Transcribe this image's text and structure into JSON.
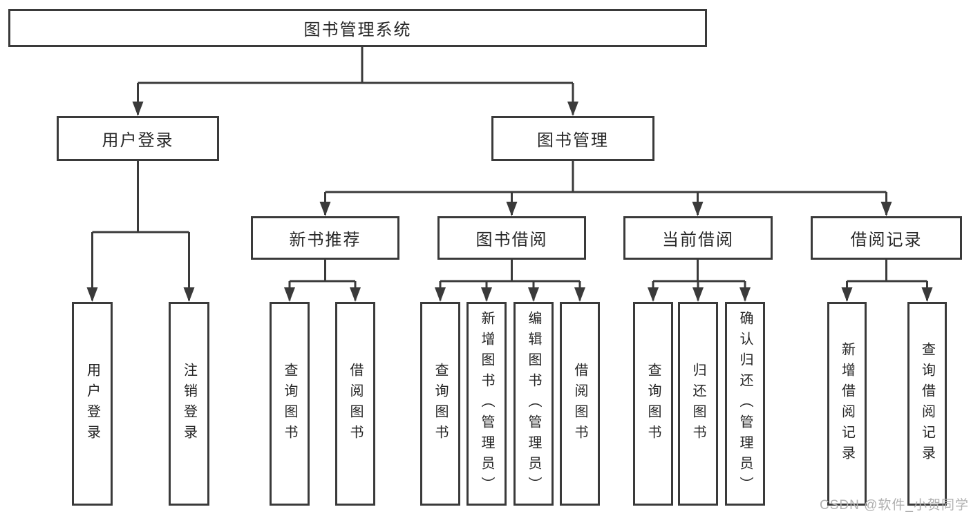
{
  "tree": {
    "label": "图书管理系统",
    "children": [
      {
        "label": "用户登录",
        "children": [
          {
            "label": "用户登录"
          },
          {
            "label": "注销登录"
          }
        ]
      },
      {
        "label": "图书管理",
        "children": [
          {
            "label": "新书推荐",
            "children": [
              {
                "label": "查询图书"
              },
              {
                "label": "借阅图书"
              }
            ]
          },
          {
            "label": "图书借阅",
            "children": [
              {
                "label": "查询图书"
              },
              {
                "label": "新增图书（管理员）"
              },
              {
                "label": "编辑图书（管理员）"
              },
              {
                "label": "借阅图书"
              }
            ]
          },
          {
            "label": "当前借阅",
            "children": [
              {
                "label": "查询图书"
              },
              {
                "label": "归还图书"
              },
              {
                "label": "确认归还（管理员）"
              }
            ]
          },
          {
            "label": "借阅记录",
            "children": [
              {
                "label": "新增借阅记录"
              },
              {
                "label": "查询借阅记录"
              }
            ]
          }
        ]
      }
    ]
  },
  "watermark": "CSDN @软件_小贺同学",
  "colors": {
    "line": "#3a3a3a",
    "text": "#262626",
    "background": "#ffffff",
    "watermark": "#b0b0b0"
  }
}
